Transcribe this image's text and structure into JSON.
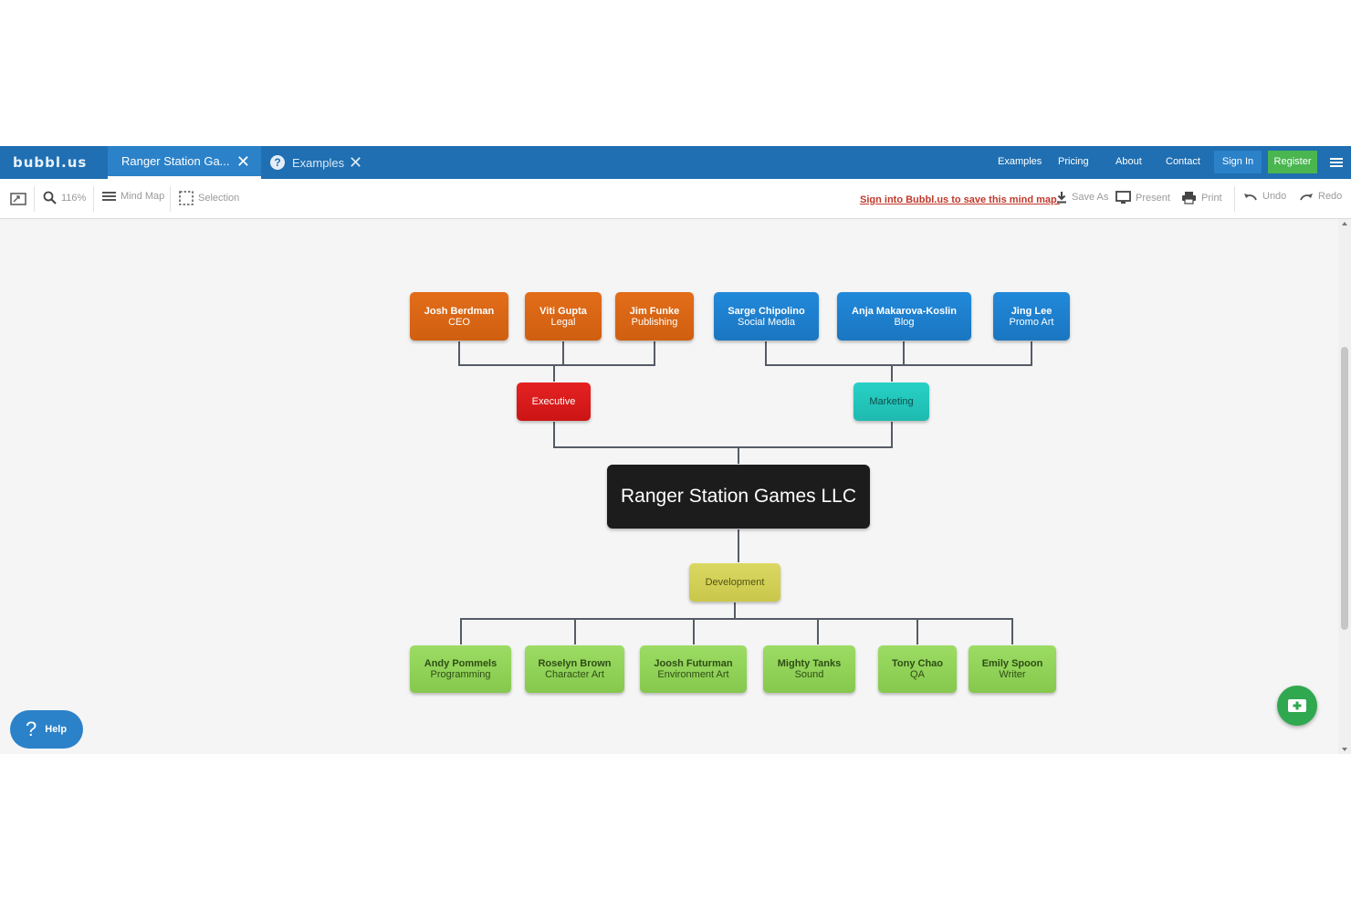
{
  "app": {
    "logo": "bubbl.us"
  },
  "tabs": [
    {
      "label": "Ranger Station Ga...",
      "close": "✕"
    },
    {
      "label": "Examples",
      "close": "✕"
    }
  ],
  "nav": {
    "examples": "Examples",
    "pricing": "Pricing",
    "about": "About",
    "contact": "Contact",
    "sign_in": "Sign In",
    "register": "Register"
  },
  "toolbar": {
    "zoom": "116%",
    "view_mode": "Mind Map",
    "selection": "Selection",
    "save_notice": "Sign into Bubbl.us to save this mind map.",
    "save_as": "Save As",
    "present": "Present",
    "print": "Print",
    "undo": "Undo",
    "redo": "Redo"
  },
  "mindmap": {
    "root": "Ranger Station Games LLC",
    "executive": {
      "label": "Executive"
    },
    "marketing": {
      "label": "Marketing"
    },
    "development": {
      "label": "Development"
    },
    "executive_children": [
      {
        "name": "Josh Berdman",
        "role": "CEO"
      },
      {
        "name": "Viti Gupta",
        "role": "Legal"
      },
      {
        "name": "Jim Funke",
        "role": "Publishing"
      }
    ],
    "marketing_children": [
      {
        "name": "Sarge Chipolino",
        "role": "Social Media"
      },
      {
        "name": "Anja Makarova-Koslin",
        "role": "Blog"
      },
      {
        "name": "Jing Lee",
        "role": "Promo Art"
      }
    ],
    "development_children": [
      {
        "name": "Andy Pommels",
        "role": "Programming"
      },
      {
        "name": "Roselyn Brown",
        "role": "Character Art"
      },
      {
        "name": "Joosh Futurman",
        "role": "Environment Art"
      },
      {
        "name": "Mighty Tanks",
        "role": "Sound"
      },
      {
        "name": "Tony Chao",
        "role": "QA"
      },
      {
        "name": "Emily Spoon",
        "role": "Writer"
      }
    ]
  },
  "help": {
    "label": "Help",
    "glyph": "?"
  },
  "colors": {
    "topbar": "#1f6fb2",
    "register": "#49b650",
    "executive_group": "#e36d1a",
    "marketing_group": "#2189da",
    "executive": "#e52222",
    "marketing": "#27d1c5",
    "development": "#dad862",
    "development_group": "#9cdc64",
    "root": "#1c1c1c"
  }
}
